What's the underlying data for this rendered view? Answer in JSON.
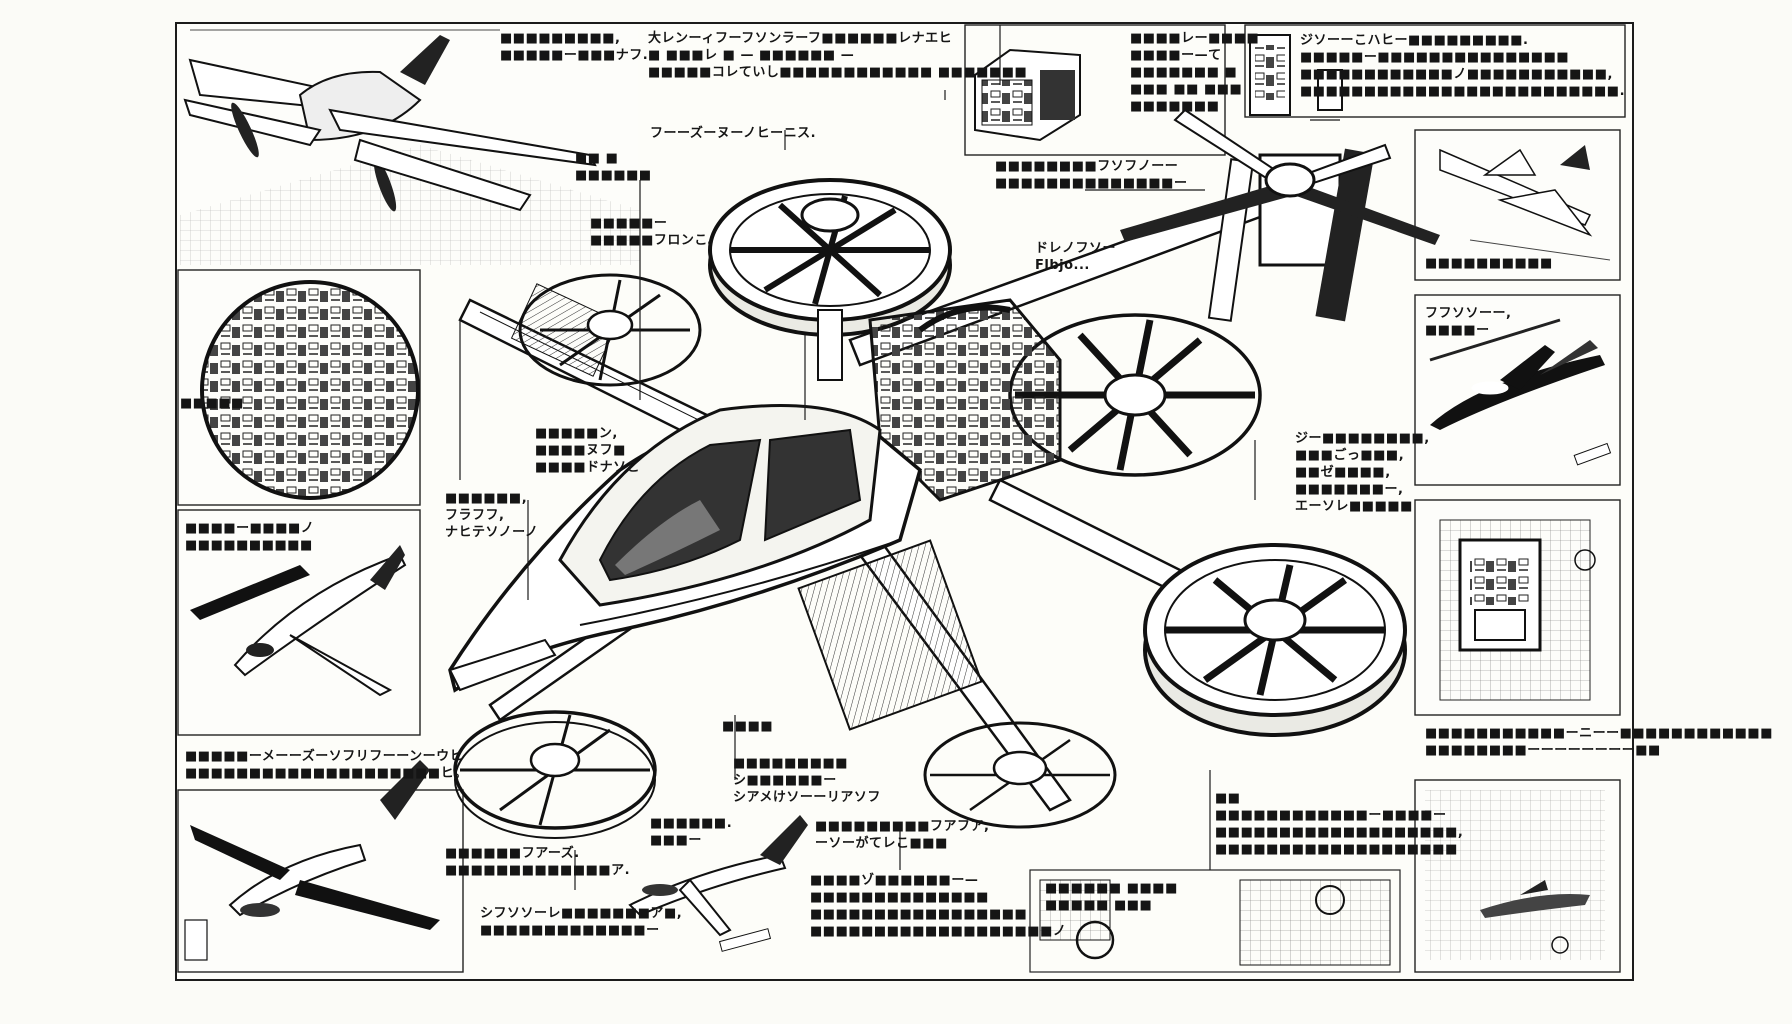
{
  "colors": {
    "ink": "#1a1a1a",
    "paper": "#fdfdf9",
    "shade": "#d8d8d2"
  },
  "labels": {
    "topleft_note": "■■■■■■■■■,\n■■■■■ー■■■ナフ.",
    "topcenter_note": "大レンーィフーフソンラーフ■■■■■■レナエヒ\n■ ■■■レ ■ — ■■■■■■ —\n■■■■■コレていし■■■■■■■■■■■■ ■■■■■■■",
    "top_unit_note": "■■■■レー■■■■\n■■■■ー—て\n■■■■■■■ ■\n■■■ ■■ ■■■\n■■■■■■■",
    "topright_note": "ジソーーこハヒー■■■■■■■■■.\n■■■■■ー■■■■■■■■■■■■■■■\n■■■■■■■■■■■■ノ■■■■■■■■■■■,\n■■■■■■■■■■■■■■■■■■■■■■■■■.",
    "ducted_fan_label": "フーーズーヌーノヒーニス.",
    "engine_label": "■■■■■■■■フソフノーー\n■■■■■■■■■■■■■■ー",
    "fuel_label": "ドレノフソー\nFlbjo...",
    "runway_note": "■■ ■\n■■■■■■",
    "wing_note": "■■■■■ー\n■■■■■フロンこ。",
    "cockpit_note": "■■■■■ン,\n■■■■ヌフ■\n■■■■ドナソこ",
    "frame_note": "■■■■■■,\nフラフフ,\nナヒテソノーノ",
    "rotor_note": "ジー■■■■■■■■,\n■■■ごっ■■■,\n■■ゼ■■■■,\n■■■■■■■ー,\nエーソレ■■■■■",
    "gear_label": "■■■■",
    "landing_note": "■■■■■■■■■\nシ■■■■■■ー\nシアメけソーーリアソフ",
    "small_note": "■■■■■■.\n■■■ー",
    "cabin_note": "■■■■■■■■■フアフア,\nーソーがてレこ■■■",
    "bottomleft_note": "■■■■■ーメーーズーソフリフーーンーウヒ\n■■■■■■■■■■■■■■■■■■■■ヒ。",
    "bottom_plane_note": "■■■■■■フアーズ.\n■■■■■■■■■■■■■ア.",
    "bottom_caption": "シフソソーレ■■■■■■■ア■,\n■■■■■■■■■■■■■ー",
    "bottom_spec_note": "■■■■ゾ■■■■■■ー—\n■■■■■■■■■■■■■■\n■■■■■■■■■■■■■■■■■\n■■■■■■■■■■■■■■■■■■■ノ",
    "bottomright_note": "■■\n■■■■■■■■■■■■ー■■■■ー\n■■■■■■■■■■■■■■■■■■■,\n■■■■■■■■■■■■■■■■■■■",
    "right_mid_note": "■■■■■■■■■■■ーニーー■■■■■■■■■■■■\n■■■■■■■■ーーーーーーーー■■",
    "right_small": "フフソソーー,\n■■■■ー",
    "right_small_mark": "■■■■■■■■■■",
    "left_mid_note": "■■■■ー■■■■ノ\n■■■■■■■■■■",
    "left_tiny": "■■■■■",
    "rp_small": "■■■■■■ ■■■■\n■■■■■ ■■■"
  }
}
